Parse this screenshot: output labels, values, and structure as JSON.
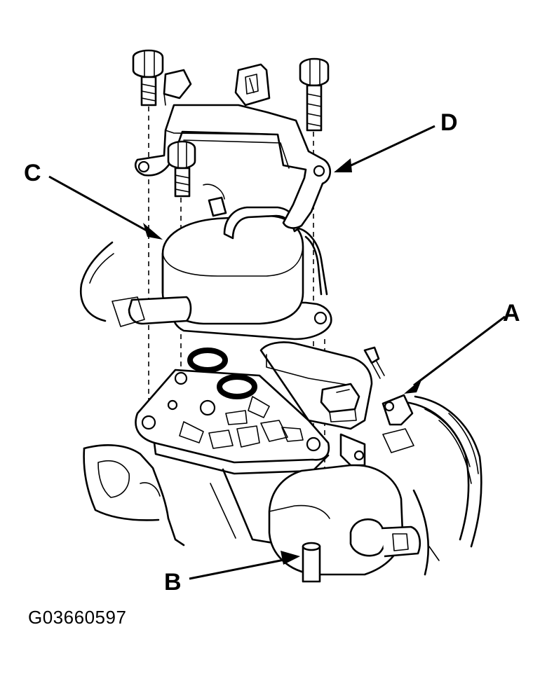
{
  "figure": {
    "id_text": "G03660597"
  },
  "callouts": {
    "A": "A",
    "B": "B",
    "C": "C",
    "D": "D"
  },
  "colors": {
    "line": "#000000",
    "background": "#ffffff"
  }
}
